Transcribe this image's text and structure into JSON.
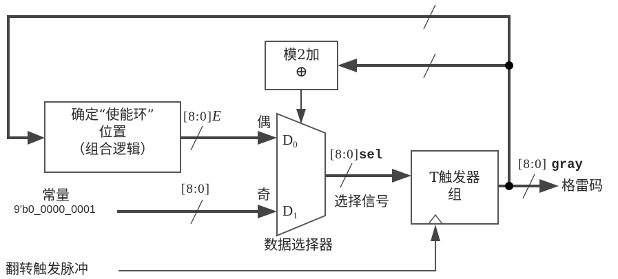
{
  "diagram": {
    "title": "",
    "blocks": {
      "enable_ring": {
        "line1": "确定“使能环”",
        "line2": "位置",
        "line3": "（组合逻辑）"
      },
      "mod2_adder": {
        "line1": "模2加",
        "symbol": "⊕"
      },
      "mux": {
        "input0_label": "D",
        "input0_sub": "0",
        "input1_label": "D",
        "input1_sub": "1",
        "caption": "数据选择器"
      },
      "t_flipflops": {
        "line1": "T触发器",
        "line2": "组"
      }
    },
    "signals": {
      "E_bus": {
        "range": "[8:0]",
        "name": "E"
      },
      "even_label": "偶",
      "odd_label": "奇",
      "const_bus": {
        "range": "[8:0]"
      },
      "constant": {
        "title": "常量",
        "value": "9'b0_0000_0001"
      },
      "sel_bus": {
        "range": "[8:0]",
        "name": "sel",
        "caption": "选择信号"
      },
      "gray_bus": {
        "range": "[8:0]",
        "name": "gray",
        "caption": "格雷码"
      },
      "clock": {
        "label": "翻转触发脉冲"
      }
    },
    "colors": {
      "wire": "#444444",
      "box_border": "#555555",
      "junction": "#000000"
    }
  }
}
